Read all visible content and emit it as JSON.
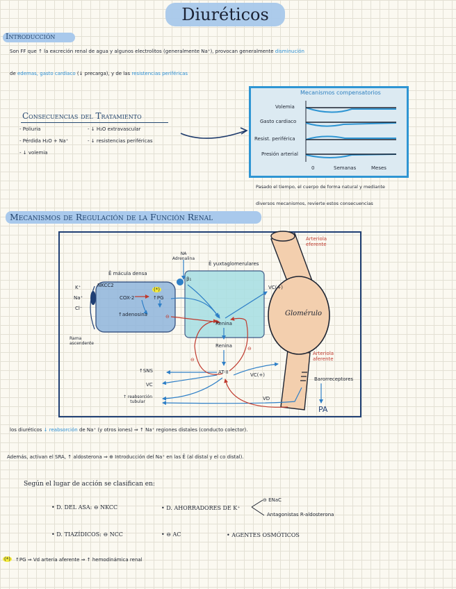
{
  "title": "Diuréticos",
  "intro": {
    "heading": "Introducción",
    "line1_a": "Son FF que ↑ la excreción renal de agua y algunos electrolitos (generalmente Na⁺), provocan generalmente",
    "line1_b": "disminución",
    "line2_a": "de",
    "line2_b": "edemas,",
    "line2_c": "gasto cardiaco",
    "line2_d": "(↓ precarga), y de las",
    "line2_e": "resistencias periféricas"
  },
  "consequences": {
    "heading": "Consecuencias del Tratamiento",
    "col1": [
      "- Poliuria",
      "- Pérdida H₂O + Na⁺",
      "- ↓ volemia"
    ],
    "col2": [
      "- ↓ H₂O extravascular",
      "- ↓ resistencias periféricas"
    ]
  },
  "compensatory": {
    "title": "Mecanismos compensatorios",
    "rows": [
      "Volemia",
      "Gasto cardiaco",
      "Resist. periférica",
      "Presión arterial"
    ],
    "x_labels": [
      "0",
      "Semanas",
      "Meses"
    ],
    "note1": "Pasado el tiempo, el cuerpo de forma natural y mediante",
    "note2": "diversos mecanismos, revierte estos consecuencias"
  },
  "regulation": {
    "heading": "Mecanismos de Regulación de la Función Renal",
    "labels": {
      "arteriola_aferente": "Arteriola aferente",
      "arteriola_eferente": "Arteriola eferente",
      "glomerulo": "Glomérulo",
      "macula_densa": "Ê mácula densa",
      "yuxta": "Ê yuxtaglomerulares",
      "na_adrenalina": "NA Adrenalina",
      "beta1": "β₁",
      "k": "K⁺",
      "na": "Na⁺",
      "cl": "Cl⁻",
      "nkcc2": "NKCC2",
      "cox2": "COX-2",
      "pg": "↑PG",
      "star": "(*)",
      "adenosina": "↑adenosina",
      "renina": "Renina",
      "ang1": "Renina",
      "ang2": "AT-II",
      "vc1": "VC(+)",
      "vc2": "VC(+)",
      "vd": "VD",
      "sns": "↑SNS",
      "vc3": "VC",
      "reab": "↑ reabsorción tubular",
      "rama": "Rama ascendente",
      "baro": "Barorreceptores",
      "pa": "PA",
      "minus1": "⊖",
      "minus2": "⊖",
      "minus3": "⊖"
    }
  },
  "body": {
    "l1_a": "los diuréticos",
    "l1_b": "↓ reabsorción",
    "l1_c": "de Na⁺ (y otros iones) ⇒ ↑ Na⁺ regiones distales (conducto colector).",
    "l2": "Además, activan el SRA, ↑ aldosterona ⇒ ⊕ Introducción del Na⁺ en las Ê (al distal y el co distal).",
    "l3": "Según el lugar de acción se clasifican en:",
    "d_asa": "• D. DEL ASA: ⊖ NKCC",
    "d_ahorr": "• D. AHORRADORES DE K⁺",
    "enac": "⊖ ENaC",
    "antag": "Antagonistas R-aldosterona",
    "d_tiaz": "• D. TIAZÍDICOS: ⊖ NCC",
    "ac": "• ⊖ AC",
    "osm": "• AGENTES OSMÓTICOS",
    "foot_star": "(*)",
    "foot": "↑PG ⇒ Vd arteria aferente ⇒ ↑ hemodinámica renal"
  }
}
